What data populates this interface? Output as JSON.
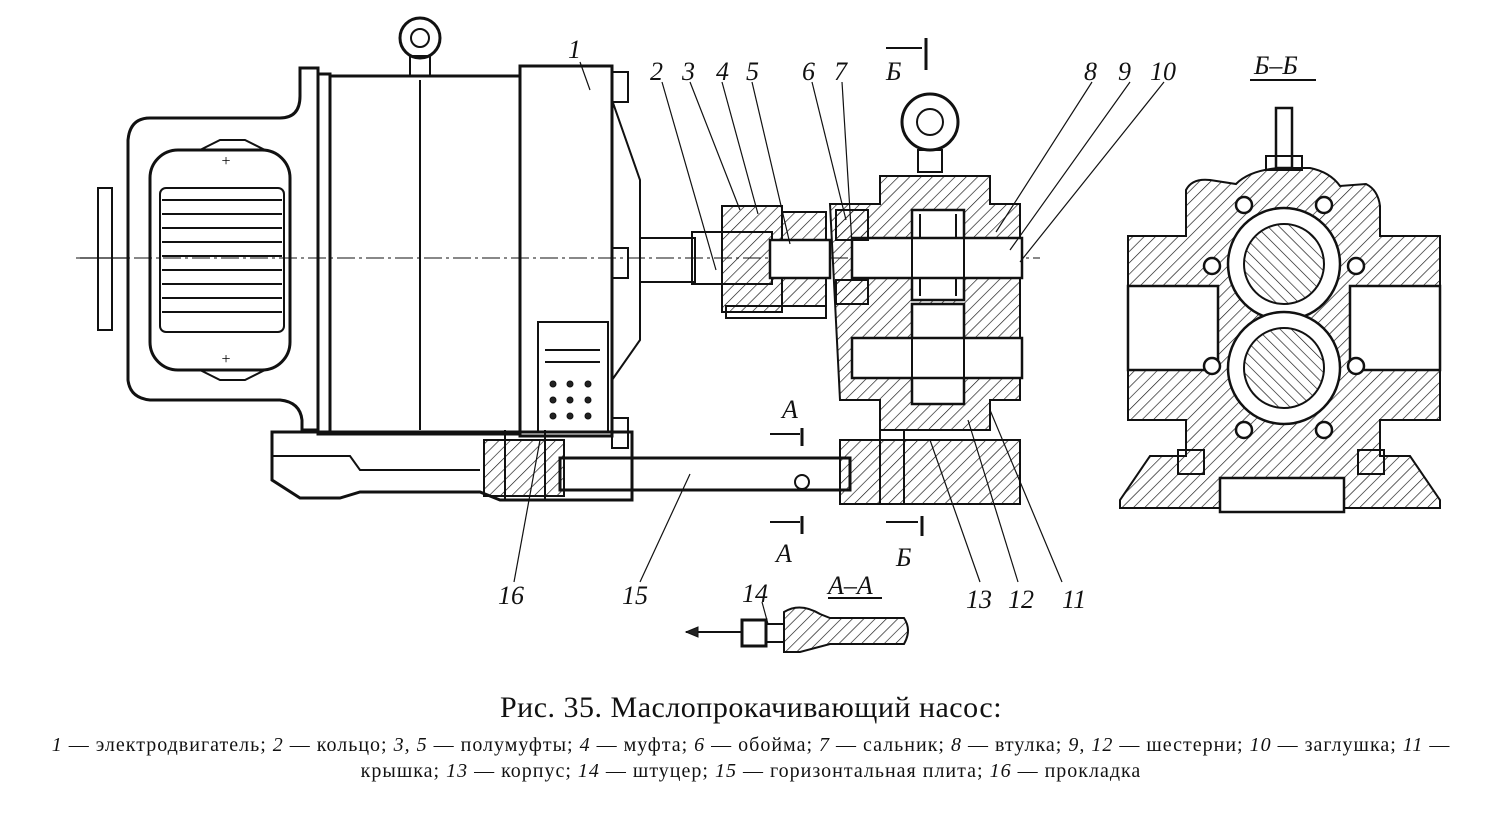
{
  "figure": {
    "callouts": {
      "c1": "1",
      "c2": "2",
      "c3": "3",
      "c4": "4",
      "c5": "5",
      "c6": "6",
      "c7": "7",
      "c8": "8",
      "c9": "9",
      "c10": "10",
      "c11": "11",
      "c12": "12",
      "c13": "13",
      "c14": "14",
      "c15": "15",
      "c16": "16"
    },
    "section_marks": {
      "a_top": "А",
      "a_bottom": "А",
      "b_top": "Б",
      "b_bottom": "Б",
      "section_aa": "А–А",
      "section_bb": "Б–Б"
    }
  },
  "caption": {
    "title": "Рис. 35. Маслопрокачивающий насос:",
    "legend": [
      {
        "num": "1",
        "text": " — электродвигатель; "
      },
      {
        "num": "2",
        "text": " — кольцо; "
      },
      {
        "num": "3, 5",
        "text": " — полумуфты; "
      },
      {
        "num": "4",
        "text": " — муфта; "
      },
      {
        "num": "6",
        "text": " — обойма; "
      },
      {
        "num": "7",
        "text": " — сальник; "
      },
      {
        "num": "8",
        "text": " — втулка; "
      },
      {
        "num": "9, 12",
        "text": " — шестерни; "
      },
      {
        "num": "10",
        "text": " — заглушка; "
      },
      {
        "num": "11",
        "text": " — крышка; "
      },
      {
        "num": "13",
        "text": " — корпус; "
      },
      {
        "num": "14",
        "text": " — штуцер; "
      },
      {
        "num": "15",
        "text": " — горизонтальная плита; "
      },
      {
        "num": "16",
        "text": " — прокладка"
      }
    ]
  }
}
